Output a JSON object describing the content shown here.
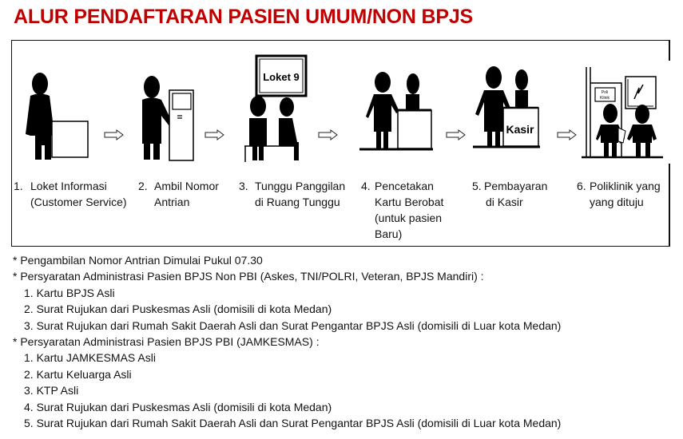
{
  "title": "ALUR PENDAFTARAN PASIEN UMUM/NON BPJS",
  "colors": {
    "title": "#c00000",
    "text": "#111111",
    "figure": "#000000",
    "border": "#111111"
  },
  "flow": {
    "steps": [
      {
        "number": "1.",
        "label_line1": "Loket Informasi",
        "label_line2": "(Customer Service)",
        "label_line3": "",
        "label_line4": "",
        "figure": "person-at-desk"
      },
      {
        "number": "2.",
        "label_line1": "Ambil Nomor",
        "label_line2": "Antrian",
        "label_line3": "",
        "label_line4": "",
        "figure": "person-at-ticket-machine"
      },
      {
        "number": "3.",
        "label_line1": "Tunggu Panggilan",
        "label_line2": "di Ruang Tunggu",
        "label_line3": "",
        "label_line4": "",
        "figure": "people-waiting-under-screen",
        "screen_label": "Loket 9"
      },
      {
        "number": "4.",
        "label_line1": "Pencetakan",
        "label_line2": "Kartu Berobat",
        "label_line3": "(untuk pasien",
        "label_line4": "Baru)",
        "figure": "person-at-counter"
      },
      {
        "number": "5.",
        "label_line1": "Pembayaran",
        "label_line2": "di Kasir",
        "label_line3": "",
        "label_line4": "",
        "figure": "person-at-cashier",
        "counter_label": "Kasir"
      },
      {
        "number": "6.",
        "label_line1": "Poliklinik yang",
        "label_line2": "yang dituju",
        "label_line3": "",
        "label_line4": "",
        "figure": "people-at-clinic",
        "sign_label_line1": "Poli",
        "sign_label_line2": "Klinik"
      }
    ],
    "arrow_icon": "right-arrow-icon"
  },
  "notes": {
    "lines": [
      {
        "text": "* Pengambilan Nomor Antrian Dimulai Pukul 07.30",
        "indent": false
      },
      {
        "text": "* Persyaratan Administrasi Pasien BPJS Non PBI (Askes, TNI/POLRI, Veteran, BPJS Mandiri) :",
        "indent": false
      },
      {
        "text": "1. Kartu BPJS Asli",
        "indent": true
      },
      {
        "text": "2. Surat Rujukan dari Puskesmas Asli (domisili di kota Medan)",
        "indent": true
      },
      {
        "text": "3. Surat Rujukan dari Rumah Sakit Daerah Asli dan Surat Pengantar BPJS Asli (domisili di Luar kota Medan)",
        "indent": true
      },
      {
        "text": "* Persyaratan Administrasi Pasien BPJS PBI (JAMKESMAS) :",
        "indent": false
      },
      {
        "text": "1. Kartu JAMKESMAS Asli",
        "indent": true
      },
      {
        "text": "2. Kartu Keluarga Asli",
        "indent": true
      },
      {
        "text": "3. KTP Asli",
        "indent": true
      },
      {
        "text": "4. Surat Rujukan dari Puskesmas Asli (domisili di kota Medan)",
        "indent": true
      },
      {
        "text": "5. Surat Rujukan dari Rumah Sakit Daerah Asli dan Surat Pengantar BPJS Asli (domisili di Luar kota Medan)",
        "indent": true
      }
    ]
  }
}
